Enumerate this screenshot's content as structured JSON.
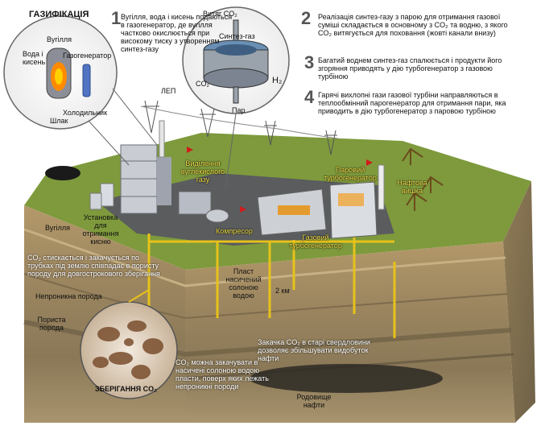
{
  "title": "ГАЗИФІКАЦІЯ",
  "steps": [
    {
      "num": "1",
      "text": "Вугілля, вода і кисень подаються в газогенератор, де вугілля частково окислюється при високому тиску з утворенням синтез-газу"
    },
    {
      "num": "2",
      "text": "Реалізація синтез-газу з парою для отримання газової суміші складається в основному з CO₂ та водню, з якого CO₂ витягується для поховання (жовті канали внизу)"
    },
    {
      "num": "3",
      "text": "Багатий воднем синтез-газ спалюється і продукти його згоряння приводять у дію турбогенератор з газовою турбіною"
    },
    {
      "num": "4",
      "text": "Гарячі вихлопні гази газової турбіни направляються в теплообмінний парогенератор для отримання пари, яка приводить в дію турбогенератор з паровою турбіною"
    }
  ],
  "inset1": {
    "coal": "Вугілля",
    "water_oxygen": "Вода і кисень",
    "gasifier": "Газогенератор",
    "cooler": "Холодильник",
    "slag": "Шлак"
  },
  "inset2": {
    "co2_out": "Витяг CO₂",
    "syngas": "Синтез-газ",
    "co2": "CO₂",
    "h2": "H₂",
    "steam": "Пар"
  },
  "labels": {
    "power_line": "ЛЕП",
    "co2_separation": "Виділення вуглекислого газу",
    "steam_turbine": "Паровий турбогенератор",
    "oil_rig": "Нафтова вишка",
    "coal": "Вугілля",
    "oxygen_plant": "Установка для отримання кисню",
    "compressor": "Компресор",
    "gas_turbine": "Газовий турбогенератор",
    "co2_pumped": "CO₂ стискається і закачується по трубках під землю співпадає в пористу породу для довгострокового зберігання",
    "saline_layer": "Пласт насичений солоною водою",
    "depth": "2 км",
    "impermeable": "Непроникна порода",
    "porous": "Пориста порода",
    "co2_saline": "CO₂ можна закачувати в насичені солоною водою пласти, поверх яких лежать непроникні породи",
    "co2_oil": "Закачка CO₂ в старі свердловини дозволяє збільшувати видобуток нафти",
    "storage": "ЗБЕРІГАННЯ CO₂",
    "oil_field": "Родовище нафти"
  },
  "colors": {
    "grass": "#7e9a3c",
    "plant_floor": "#585a5c",
    "soil_top": "#a58a5a",
    "soil_deep": "#8c7a5f",
    "pipe": "#e7c21a"
  }
}
